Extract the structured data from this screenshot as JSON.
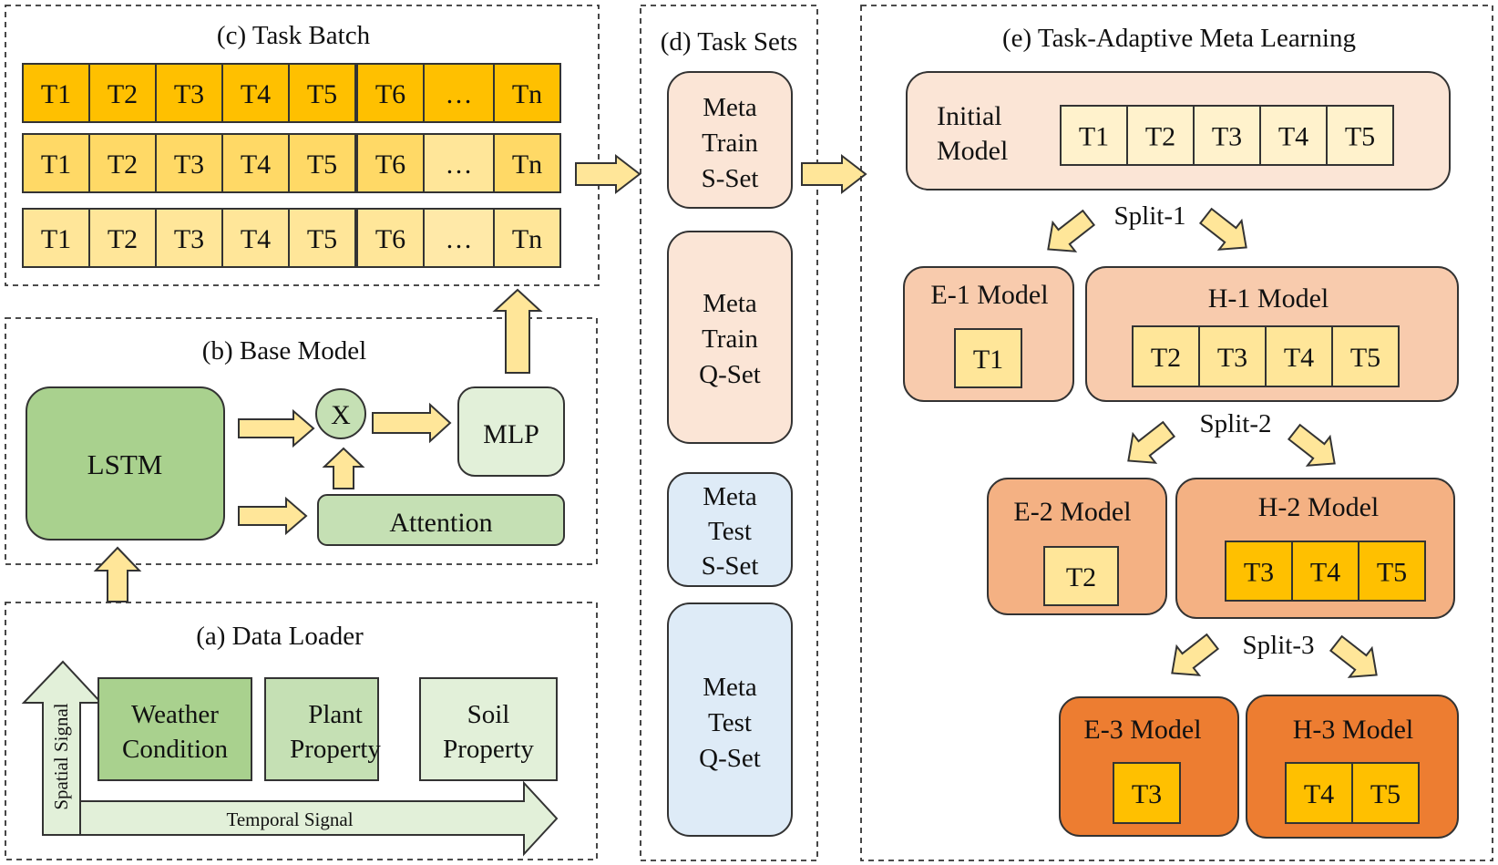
{
  "panels": {
    "task_batch": {
      "title": "(c) Task Batch",
      "rows": [
        [
          "T1",
          "T2",
          "T3",
          "T4",
          "T5",
          "T6",
          "…",
          "Tn"
        ],
        [
          "T1",
          "T2",
          "T3",
          "T4",
          "T5",
          "T6",
          "…",
          "Tn"
        ],
        [
          "T1",
          "T2",
          "T3",
          "T4",
          "T5",
          "T6",
          "…",
          "Tn"
        ]
      ]
    },
    "base_model": {
      "title": "(b) Base Model",
      "lstm": "LSTM",
      "multiply": "X",
      "mlp": "MLP",
      "attention": "Attention"
    },
    "data_loader": {
      "title": "(a) Data Loader",
      "spatial_signal": "Spatial Signal",
      "temporal_signal": "Temporal Signal",
      "boxes": {
        "weather": [
          "Weather",
          "Condition"
        ],
        "plant": [
          "Plant",
          "Property"
        ],
        "soil": [
          "Soil",
          "Property"
        ]
      }
    },
    "task_sets": {
      "title": "(d) Task Sets",
      "sets": {
        "meta_train_s": [
          "Meta",
          "Train",
          "S-Set"
        ],
        "meta_train_q": [
          "Meta",
          "Train",
          "Q-Set"
        ],
        "meta_test_s": [
          "Meta",
          "Test",
          "S-Set"
        ],
        "meta_test_q": [
          "Meta",
          "Test",
          "Q-Set"
        ]
      }
    },
    "meta_learning": {
      "title": "(e) Task-Adaptive Meta Learning",
      "initial_model": [
        "Initial",
        "Model"
      ],
      "initial_tasks": [
        "T1",
        "T2",
        "T3",
        "T4",
        "T5"
      ],
      "splits": [
        "Split-1",
        "Split-2",
        "Split-3"
      ],
      "e1": {
        "label": "E-1 Model",
        "tasks": [
          "T1"
        ]
      },
      "h1": {
        "label": "H-1 Model",
        "tasks": [
          "T2",
          "T3",
          "T4",
          "T5"
        ]
      },
      "e2": {
        "label": "E-2 Model",
        "tasks": [
          "T2"
        ]
      },
      "h2": {
        "label": "H-2 Model",
        "tasks": [
          "T3",
          "T4",
          "T5"
        ]
      },
      "e3": {
        "label": "E-3 Model",
        "tasks": [
          "T3"
        ]
      },
      "h3": {
        "label": "H-3 Model",
        "tasks": [
          "T4",
          "T5"
        ]
      }
    }
  },
  "colors": {
    "row1": "#FFC000",
    "row2": "#FFD966",
    "row3": "#FFE699",
    "ellipsis1": "#FFC000",
    "ellipsis2": "#FFE699",
    "ellipsis3": "#FFE9A8",
    "arrow_fill": "#FFE699",
    "arrow_stroke": "#333333",
    "lstm": "#A9D18E",
    "multiply": "#C5E0B4",
    "mlp": "#E2F0D9",
    "attention": "#C5E0B4",
    "weather": "#A9D18E",
    "plant": "#C5E0B4",
    "soil": "#E2F0D9",
    "signal_arrow": "#E2F0D9",
    "set_pink": "#FBE5D6",
    "set_blue": "#DEEBF7",
    "initial_model": "#FBE5D6",
    "level1": "#F8CBAD",
    "level2": "#F4B183",
    "level3": "#ED7D31",
    "task_light": "#FFF2CC",
    "task_mid": "#FFE699",
    "task_strong": "#FFC000"
  }
}
